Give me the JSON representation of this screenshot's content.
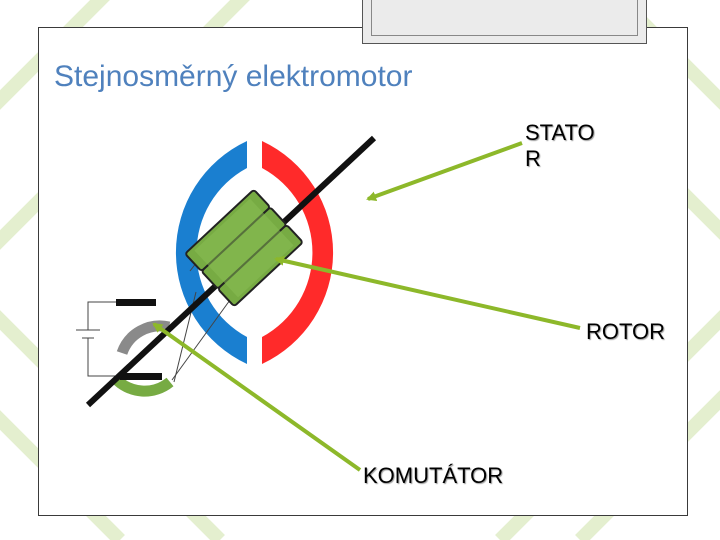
{
  "slide": {
    "title": "Stejnosměrný elektromotor",
    "labels": {
      "stator_line1": "STATO",
      "stator_line2": "R",
      "rotor": "ROTOR",
      "komutator": "KOMUTÁTOR"
    }
  },
  "colors": {
    "title": "#4f81bd",
    "stator_blue": "#1a7fd0",
    "stator_red": "#ff2a2a",
    "rotor_coil": "#77ab43",
    "commutator_gray": "#8a8a8a",
    "commutator_green": "#77ab43",
    "arrow": "#8db82a",
    "background_pattern": "#eaf3d8"
  }
}
